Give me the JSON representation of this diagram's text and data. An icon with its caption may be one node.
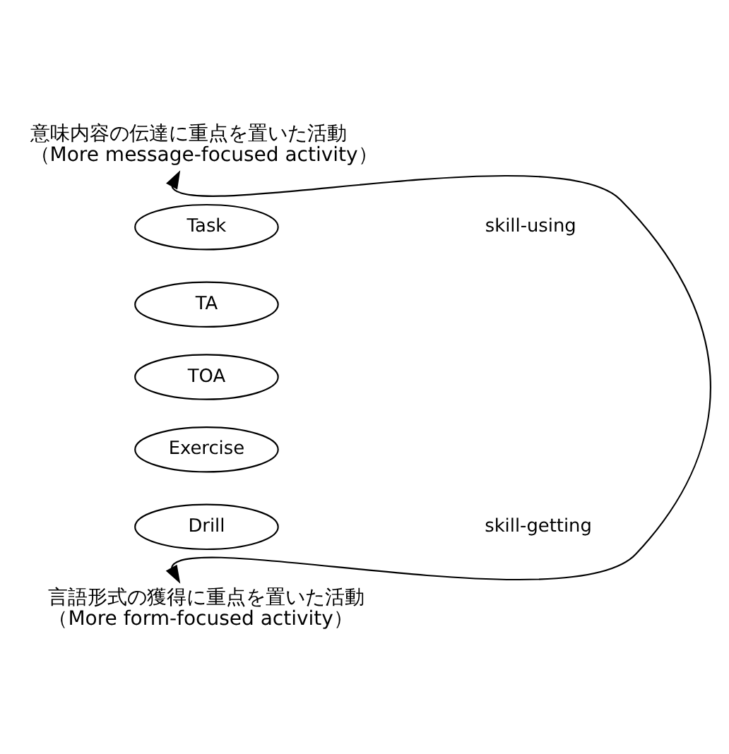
{
  "diagram": {
    "nodes": [
      {
        "text": [
          "意味内容の伝達に重点を置いた活動",
          "（More message-focused activity）"
        ]
      },
      {
        "text": [
          "Task"
        ]
      },
      {
        "text": [
          "TA"
        ]
      },
      {
        "text": [
          "TOA"
        ]
      },
      {
        "text": [
          "Exercise"
        ]
      },
      {
        "text": [
          "Drill"
        ]
      },
      {
        "text": [
          "言語形式の獲得に重点を置いた活動",
          "（More form-focused activity）"
        ]
      }
    ],
    "edges": [
      {
        "from": 0,
        "to": 6,
        "arrow": "both"
      }
    ],
    "labels": [
      "skill-using",
      "skill-getting"
    ]
  }
}
